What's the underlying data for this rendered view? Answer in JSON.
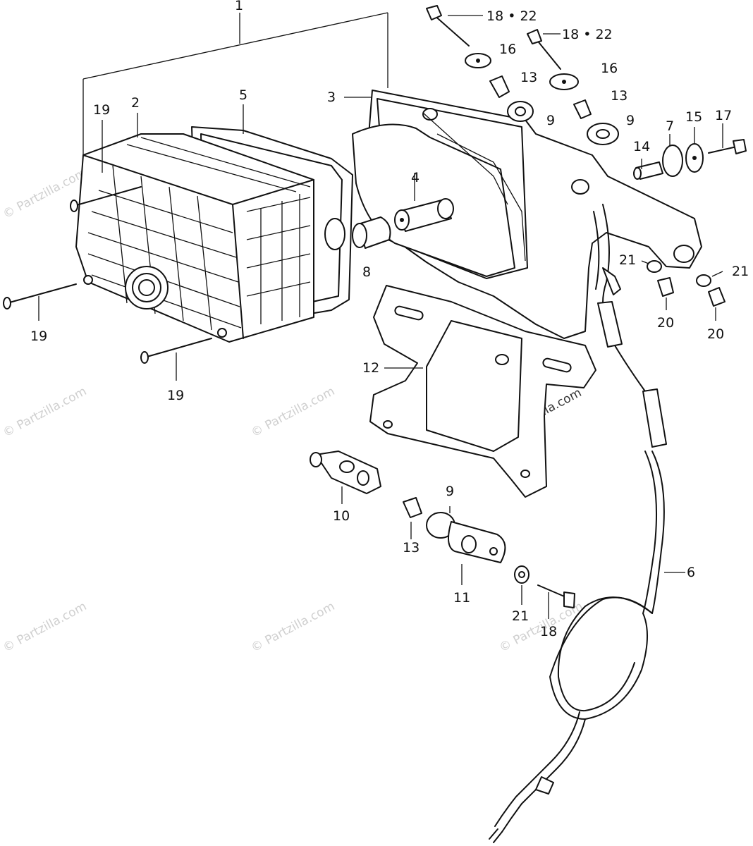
{
  "callouts": [
    {
      "id": "c1",
      "text": "1"
    },
    {
      "id": "c2",
      "text": "2"
    },
    {
      "id": "c3",
      "text": "3"
    },
    {
      "id": "c4",
      "text": "4"
    },
    {
      "id": "c5",
      "text": "5"
    },
    {
      "id": "c6",
      "text": "6"
    },
    {
      "id": "c7",
      "text": "7"
    },
    {
      "id": "c8",
      "text": "8"
    },
    {
      "id": "c9a",
      "text": "9"
    },
    {
      "id": "c9b",
      "text": "9"
    },
    {
      "id": "c9c",
      "text": "9"
    },
    {
      "id": "c10",
      "text": "10"
    },
    {
      "id": "c11",
      "text": "11"
    },
    {
      "id": "c12",
      "text": "12"
    },
    {
      "id": "c13a",
      "text": "13"
    },
    {
      "id": "c13b",
      "text": "13"
    },
    {
      "id": "c13c",
      "text": "13"
    },
    {
      "id": "c14",
      "text": "14"
    },
    {
      "id": "c15",
      "text": "15"
    },
    {
      "id": "c16a",
      "text": "16"
    },
    {
      "id": "c16b",
      "text": "16"
    },
    {
      "id": "c17",
      "text": "17"
    },
    {
      "id": "c18_22a",
      "text": "18 • 22"
    },
    {
      "id": "c18_22b",
      "text": "18 • 22"
    },
    {
      "id": "c18",
      "text": "18"
    },
    {
      "id": "c19a",
      "text": "19"
    },
    {
      "id": "c19b",
      "text": "19"
    },
    {
      "id": "c19c",
      "text": "19"
    },
    {
      "id": "c20a",
      "text": "20"
    },
    {
      "id": "c20b",
      "text": "20"
    },
    {
      "id": "c21a",
      "text": "21"
    },
    {
      "id": "c21b",
      "text": "21"
    },
    {
      "id": "c21c",
      "text": "21"
    }
  ],
  "watermark": "© Partzilla.com",
  "colors": {
    "ink": "#111111",
    "paper": "#ffffff",
    "watermark": "#cfcfcf"
  }
}
